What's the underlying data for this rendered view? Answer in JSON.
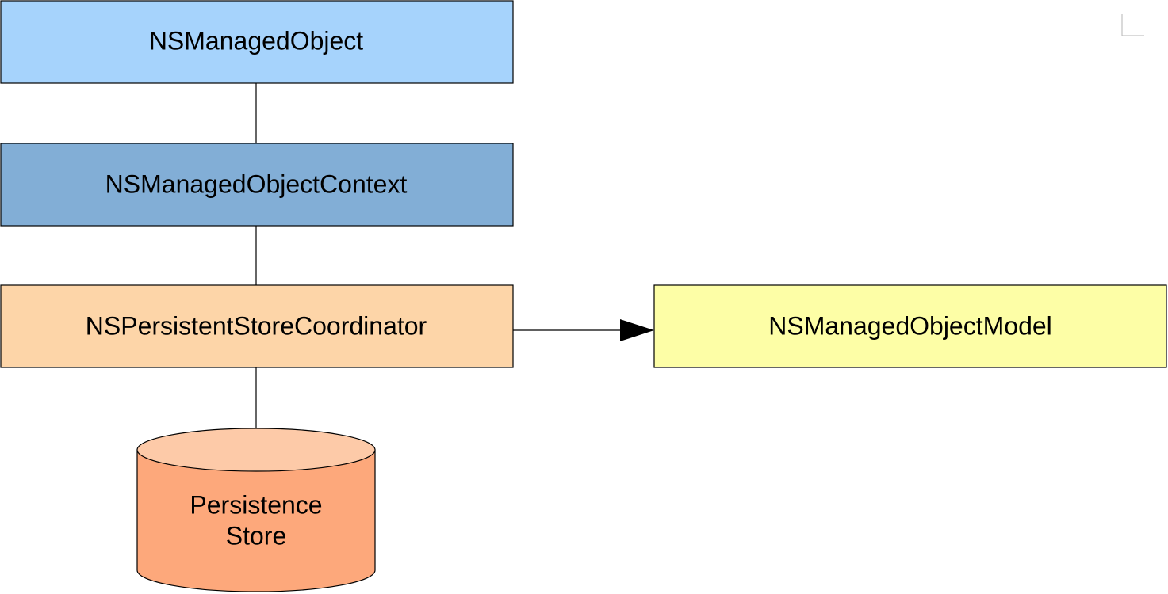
{
  "diagram": {
    "nodes": {
      "managed_object": {
        "label": "NSManagedObject",
        "fill": "#a6d3fc"
      },
      "context": {
        "label": "NSManagedObjectContext",
        "fill": "#82aed6"
      },
      "coordinator": {
        "label": "NSPersistentStoreCoordinator",
        "fill": "#fdd5a8"
      },
      "model": {
        "label": "NSManagedObjectModel",
        "fill": "#fdfea6"
      },
      "store": {
        "label_line1": "Persistence",
        "label_line2": "Store",
        "top_fill": "#fdcaa8",
        "body_fill": "#fda87b"
      }
    },
    "edges": [
      {
        "from": "NSManagedObject",
        "to": "NSManagedObjectContext",
        "style": "line"
      },
      {
        "from": "NSManagedObjectContext",
        "to": "NSPersistentStoreCoordinator",
        "style": "line"
      },
      {
        "from": "NSPersistentStoreCoordinator",
        "to": "NSManagedObjectModel",
        "style": "arrow"
      },
      {
        "from": "NSPersistentStoreCoordinator",
        "to": "Persistence Store",
        "style": "line"
      }
    ]
  }
}
